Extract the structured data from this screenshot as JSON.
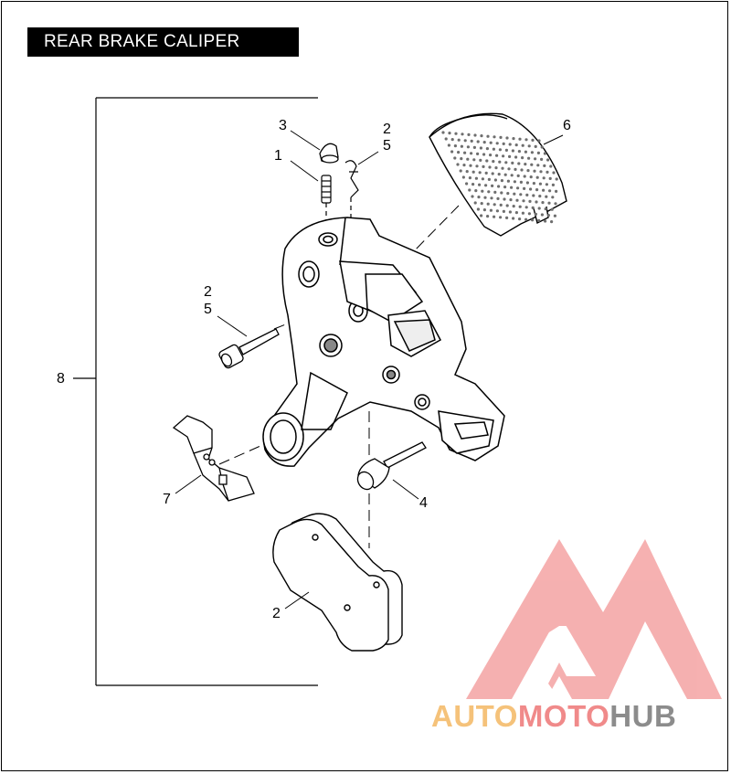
{
  "title": "REAR BRAKE CALIPER",
  "callouts": {
    "c1": "1",
    "c2_top": "2",
    "c5_top": "5",
    "c3": "3",
    "c6": "6",
    "c2_mid": "2",
    "c5_mid": "5",
    "c8": "8",
    "c7": "7",
    "c4": "4",
    "c2_bottom": "2"
  },
  "watermark": {
    "part1": "AUTO",
    "part2": "MOTO",
    "part3": "HUB",
    "color_auto": "#f5c27a",
    "color_moto": "#f08a8a",
    "color_hub": "#8c8c8c",
    "logo_color": "#f4a3a3"
  }
}
